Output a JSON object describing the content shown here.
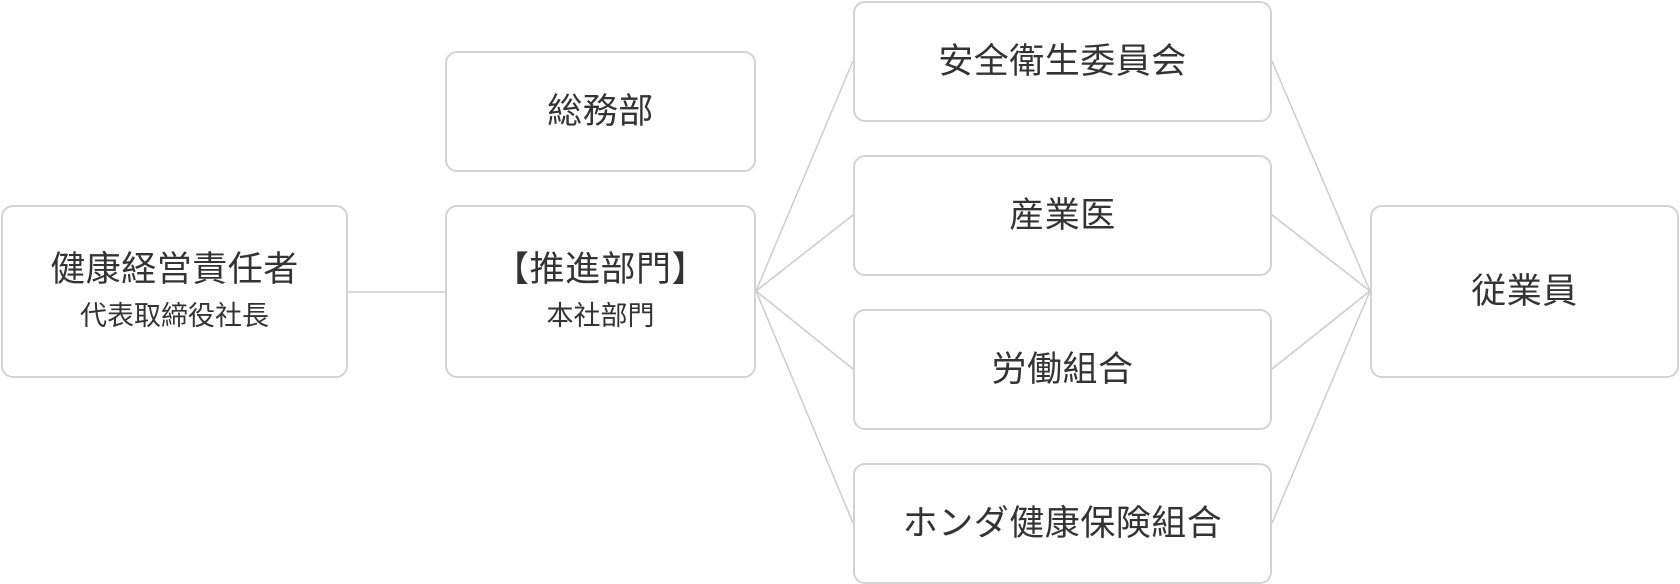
{
  "diagram": {
    "nodes": {
      "leader": {
        "title": "健康経営責任者",
        "subtitle": "代表取締役社長"
      },
      "general_affairs": {
        "title": "総務部"
      },
      "promotion": {
        "title": "【推進部門】",
        "subtitle": "本社部門"
      },
      "safety_committee": {
        "title": "安全衛生委員会"
      },
      "occupational_physician": {
        "title": "産業医"
      },
      "labor_union": {
        "title": "労働組合"
      },
      "health_insurance": {
        "title": "ホンダ健康保険組合"
      },
      "employees": {
        "title": "従業員"
      }
    },
    "edges": [
      [
        "leader",
        "promotion"
      ],
      [
        "promotion",
        "safety_committee"
      ],
      [
        "promotion",
        "occupational_physician"
      ],
      [
        "promotion",
        "labor_union"
      ],
      [
        "promotion",
        "health_insurance"
      ],
      [
        "safety_committee",
        "employees"
      ],
      [
        "occupational_physician",
        "employees"
      ],
      [
        "labor_union",
        "employees"
      ],
      [
        "health_insurance",
        "employees"
      ]
    ],
    "colors": {
      "box_border": "#d3d3d3",
      "connector": "#cccccc",
      "text": "#333333",
      "background": "#ffffff"
    }
  }
}
